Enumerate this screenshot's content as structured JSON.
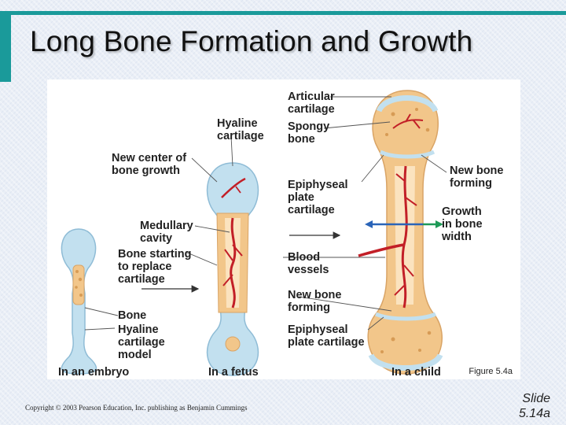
{
  "slide": {
    "title": "Long Bone Formation and Growth",
    "figure_caption": "Figure 5.4a",
    "copyright": "Copyright © 2003 Pearson Education, Inc. publishing as Benjamin Cummings",
    "slide_label": "Slide",
    "slide_number": "5.14a"
  },
  "colors": {
    "accent_teal": "#1a9a9a",
    "cartilage_blue": "#c2e0ef",
    "bone_tan": "#f2c68a",
    "vessel_red": "#c21f27",
    "arrow_blue": "#2a64b8",
    "arrow_green": "#1e9a57"
  },
  "diagram": {
    "labels": {
      "hyaline_cartilage": [
        "Hyaline",
        "cartilage"
      ],
      "new_center": [
        "New center of",
        "bone growth"
      ],
      "medullary_cavity": [
        "Medullary",
        "cavity"
      ],
      "bone_starting": [
        "Bone starting",
        "to replace",
        "cartilage"
      ],
      "bone": "Bone",
      "hyaline_model": [
        "Hyaline",
        "cartilage",
        "model"
      ],
      "articular": [
        "Articular",
        "cartilage"
      ],
      "spongy": [
        "Spongy",
        "bone"
      ],
      "epiphyseal_plate_top": [
        "Epiphyseal",
        "plate",
        "cartilage"
      ],
      "blood_vessels": [
        "Blood",
        "vessels"
      ],
      "new_bone_forming_left": [
        "New bone",
        "forming"
      ],
      "epiphyseal_plate_bottom": [
        "Epiphyseal",
        "plate cartilage"
      ],
      "new_bone_forming_right": [
        "New bone",
        "forming"
      ],
      "growth_width": [
        "Growth",
        "in bone",
        "width"
      ]
    },
    "stages": {
      "embryo": "In an embryo",
      "fetus": "In a fetus",
      "child": "In a child"
    }
  }
}
